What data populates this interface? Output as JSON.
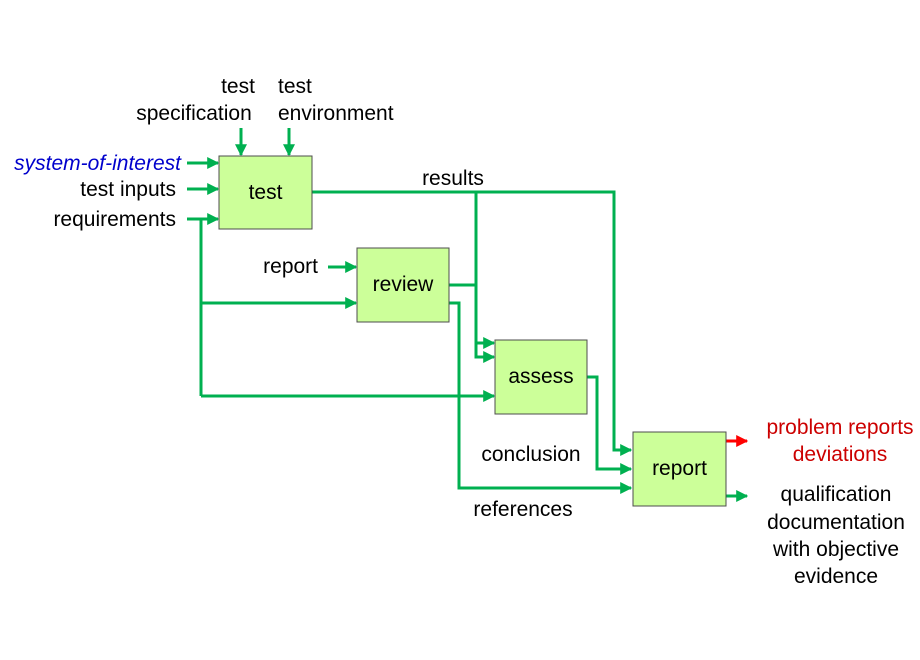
{
  "colors": {
    "arrow": "#00b050",
    "box_fill": "#ccff99",
    "box_stroke": "#4d4d4d",
    "interest": "#0000cc",
    "problem": "#cc0000",
    "problem_arrow": "#ff0000"
  },
  "boxes": {
    "test": "test",
    "review": "review",
    "assess": "assess",
    "report": "report"
  },
  "inputs": {
    "test_specification": [
      "test",
      "specification"
    ],
    "test_environment": [
      "test",
      "environment"
    ],
    "system_of_interest": "system-of-interest",
    "test_inputs": "test inputs",
    "requirements": "requirements",
    "report": "report"
  },
  "flows": {
    "results": "results",
    "conclusion": "conclusion",
    "references": "references"
  },
  "outputs": {
    "problem": [
      "problem reports",
      "deviations"
    ],
    "qualification": [
      "qualification",
      "documentation",
      "with objective",
      "evidence"
    ]
  }
}
